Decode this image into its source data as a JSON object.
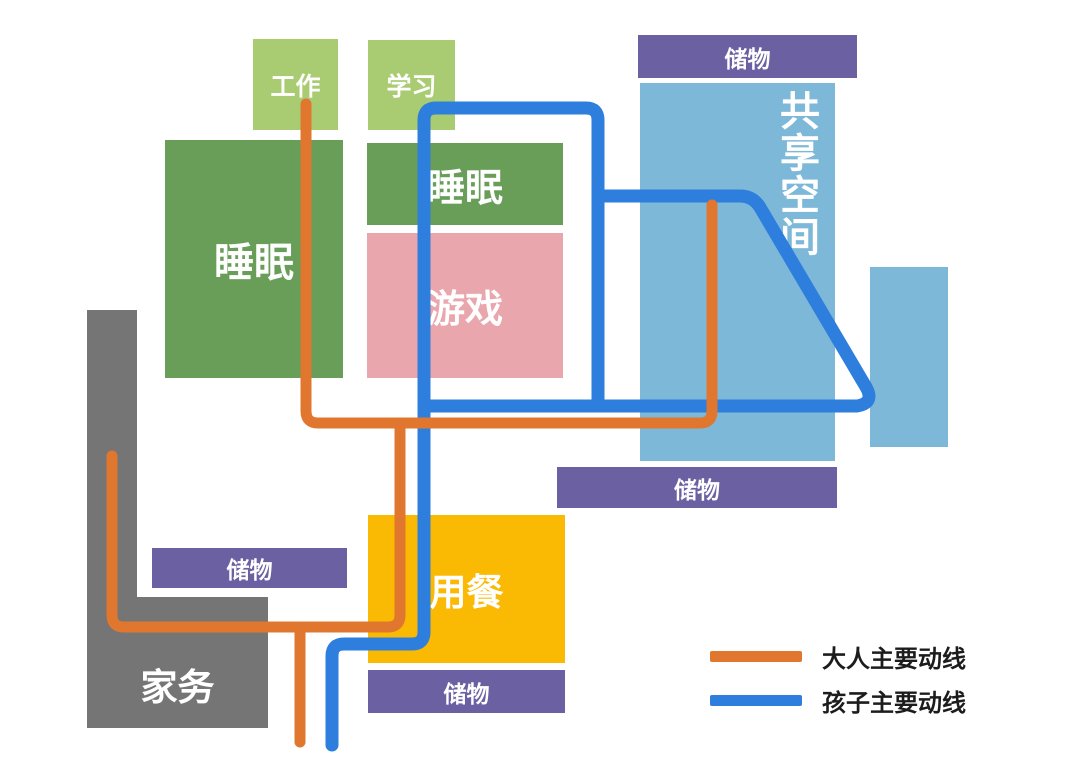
{
  "palette": {
    "light_green": "#a9cc72",
    "green": "#689e58",
    "pink": "#e9a6ac",
    "light_blue": "#7eb8d8",
    "purple": "#6b60a2",
    "yellow": "#fab902",
    "gray": "#757575",
    "adult_route_orange": "#e1772f",
    "child_route_blue": "#2e7edd",
    "zone_text": "#ffffff",
    "legend_text": "#1c1c1c",
    "background": "#ffffff"
  },
  "zones": {
    "work": {
      "label": "工作"
    },
    "study": {
      "label": "学习"
    },
    "sleep_adult": {
      "label": "睡眠"
    },
    "sleep_child": {
      "label": "睡眠"
    },
    "play": {
      "label": "游戏"
    },
    "storage_top": {
      "label": "储物"
    },
    "shared_space": {
      "label": "共享空间"
    },
    "storage_right": {
      "label": "储物"
    },
    "dining": {
      "label": "用餐"
    },
    "storage_below_dining": {
      "label": "储物"
    },
    "storage_left": {
      "label": "储物"
    },
    "chores": {
      "label": "家务"
    }
  },
  "legend": {
    "adult": {
      "label": "大人主要动线",
      "color": "#e1772f"
    },
    "child": {
      "label": "孩子主要动线",
      "color": "#2e7edd"
    }
  }
}
